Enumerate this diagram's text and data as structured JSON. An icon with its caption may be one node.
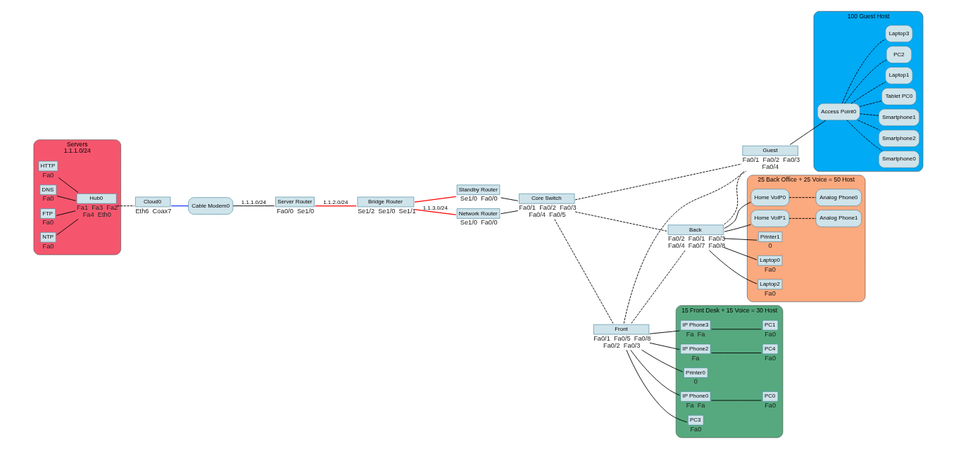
{
  "diagram": {
    "nodes": [
      {
        "text": [
          "Servers",
          "1.1.1.0/24"
        ]
      },
      {
        "text": [
          "HTTP"
        ],
        "in": 0,
        "beside": [
          "Fa0"
        ]
      },
      {
        "text": [
          "DNS"
        ],
        "in": 0,
        "beside": [
          "Fa0"
        ]
      },
      {
        "text": [
          "FTP"
        ],
        "in": 0,
        "beside": [
          "Fa0"
        ]
      },
      {
        "text": [
          "NTP"
        ],
        "in": 0,
        "beside": [
          "Fa0"
        ]
      },
      {
        "text": [
          "Hub0"
        ],
        "in": 0,
        "beside": [
          "Fa1",
          "Fa3",
          "Fa2",
          "Fa4",
          "Eth0"
        ]
      },
      {
        "text": [
          "Cloud0"
        ],
        "beside": [
          "Eth6",
          "Coax7"
        ]
      },
      {
        "text": [
          "Cable Modem0"
        ]
      },
      {
        "text": [
          "Server Router"
        ],
        "beside": [
          "Fa0/0",
          "Se1/0"
        ]
      },
      {
        "text": [
          "Bridge Router"
        ],
        "beside": [
          "Se1/2",
          "Se1/0",
          "Se1/1"
        ]
      },
      {
        "text": [
          "Standby Router"
        ],
        "beside": [
          "Se1/0",
          "Fa0/0"
        ]
      },
      {
        "text": [
          "Network Router"
        ],
        "beside": [
          "Se1/0",
          "Fa0/0"
        ]
      },
      {
        "text": [
          "Core Switch"
        ],
        "beside": [
          "Fa0/1",
          "Fa0/2",
          "Fa0/3",
          "Fa0/4",
          "Fa0/5"
        ]
      },
      {
        "text": [
          "Front"
        ],
        "beside": [
          "Fa0/1",
          "Fa0/5",
          "Fa0/8",
          "Fa0/2",
          "Fa0/3"
        ]
      },
      {
        "text": [
          "Back"
        ],
        "beside": [
          "Fa0/2",
          "Fa0/1",
          "Fa0/3",
          "Fa0/4",
          "Fa0/7",
          "Fa0/8"
        ]
      },
      {
        "text": [
          "Guest"
        ],
        "beside": [
          "Fa0/1",
          "Fa0/2",
          "Fa0/3",
          "Fa0/4"
        ]
      },
      {
        "text": [
          "15 Front Desk + 15 Voice = 30 Host"
        ]
      },
      {
        "text": [
          "Printer0"
        ],
        "in": 16,
        "beside": [
          "0"
        ]
      },
      {
        "text": [
          "PC0"
        ],
        "in": 16,
        "beside": [
          "Fa0"
        ]
      },
      {
        "text": [
          "IP Phone0"
        ],
        "in": 16,
        "beside": [
          "Fa",
          "Fa"
        ]
      },
      {
        "text": [
          "PC3"
        ],
        "in": 16,
        "beside": [
          "Fa0"
        ]
      },
      {
        "text": [
          "PC1"
        ],
        "in": 16,
        "beside": [
          "Fa0"
        ]
      },
      {
        "text": [
          "IP Phone3"
        ],
        "in": 16,
        "beside": [
          "Fa",
          "Fa"
        ]
      },
      {
        "text": [
          "IP Phone2"
        ],
        "in": 16,
        "beside": [
          "Fa"
        ]
      },
      {
        "text": [
          "PC4"
        ],
        "in": 16,
        "beside": [
          "Fa0"
        ]
      },
      {
        "text": [
          "25 Back Office + 25 Voice = 50 Host"
        ]
      },
      {
        "text": [
          "Laptop0"
        ],
        "in": 25,
        "beside": [
          "Fa0"
        ]
      },
      {
        "text": [
          "Laptop2"
        ],
        "in": 25,
        "beside": [
          "Fa0"
        ]
      },
      {
        "text": [
          "Home VoIP0"
        ],
        "in": 25
      },
      {
        "text": [
          "Analog Phone0"
        ],
        "in": 25
      },
      {
        "text": [
          "Home VoIP1"
        ],
        "in": 25
      },
      {
        "text": [
          "Analog Phone1"
        ],
        "in": 25
      },
      {
        "text": [
          "Printer1"
        ],
        "in": 25,
        "beside": [
          "0"
        ]
      },
      {
        "text": [
          "100 Guest Host"
        ]
      },
      {
        "text": [
          "Access Point0"
        ],
        "in": 33
      },
      {
        "text": [
          "Smartphone0"
        ],
        "in": 33
      },
      {
        "text": [
          "Smartphone2"
        ],
        "in": 33
      },
      {
        "text": [
          "Smartphone1"
        ],
        "in": 33
      },
      {
        "text": [
          "Tablet PC0"
        ],
        "in": 33
      },
      {
        "text": [
          "Laptop1"
        ],
        "in": 33
      },
      {
        "text": [
          "PC2"
        ],
        "in": 33
      },
      {
        "text": [
          "Laptop3"
        ],
        "in": 33
      }
    ],
    "edges": [
      {
        "from": 1,
        "to": 5,
        "arrow": "none"
      },
      {
        "from": 2,
        "to": 5,
        "arrow": "none"
      },
      {
        "from": 3,
        "to": 5,
        "arrow": "none"
      },
      {
        "from": 4,
        "to": 5,
        "arrow": "none"
      },
      {
        "from": 5,
        "to": 6,
        "arrow": "none",
        "style": "dashed"
      },
      {
        "from": 6,
        "to": 7,
        "arrow": "none",
        "color": "#1f3cff"
      },
      {
        "from": 7,
        "to": 8,
        "arrow": "none",
        "label": "1.1.1.0/24"
      },
      {
        "from": 8,
        "to": 9,
        "arrow": "none",
        "label": "1.1.2.0/24",
        "color": "#ff0000"
      },
      {
        "from": 9,
        "to": 10,
        "arrow": "none",
        "color": "#ff0000"
      },
      {
        "from": 9,
        "to": 11,
        "arrow": "none",
        "label": "1.1.3.0/24",
        "color": "#ff0000"
      },
      {
        "from": 10,
        "to": 12,
        "arrow": "none"
      },
      {
        "from": 11,
        "to": 12,
        "arrow": "none"
      },
      {
        "from": 12,
        "to": 13,
        "arrow": "none",
        "style": "dashed"
      },
      {
        "from": 12,
        "to": 14,
        "arrow": "none",
        "style": "dashed"
      },
      {
        "from": 12,
        "to": 15,
        "arrow": "none",
        "style": "dashed"
      },
      {
        "from": 13,
        "to": 14,
        "arrow": "none",
        "style": "dashed"
      },
      {
        "from": 13,
        "to": 15,
        "arrow": "none",
        "style": "dashed"
      },
      {
        "from": 14,
        "to": 15,
        "arrow": "none",
        "style": "dashed"
      },
      {
        "from": 13,
        "to": 17,
        "arrow": "none"
      },
      {
        "from": 13,
        "to": 19,
        "arrow": "none"
      },
      {
        "from": 19,
        "to": 18,
        "arrow": "none"
      },
      {
        "from": 13,
        "to": 20,
        "arrow": "none"
      },
      {
        "from": 13,
        "to": 22,
        "arrow": "none"
      },
      {
        "from": 22,
        "to": 21,
        "arrow": "none"
      },
      {
        "from": 13,
        "to": 23,
        "arrow": "none"
      },
      {
        "from": 23,
        "to": 24,
        "arrow": "none"
      },
      {
        "from": 14,
        "to": 26,
        "arrow": "none"
      },
      {
        "from": 14,
        "to": 27,
        "arrow": "none"
      },
      {
        "from": 14,
        "to": 28,
        "arrow": "none"
      },
      {
        "from": 28,
        "to": 29,
        "arrow": "none",
        "style": "dashed"
      },
      {
        "from": 14,
        "to": 30,
        "arrow": "none"
      },
      {
        "from": 30,
        "to": 31,
        "arrow": "none",
        "style": "dashed"
      },
      {
        "from": 14,
        "to": 32,
        "arrow": "none"
      },
      {
        "from": 15,
        "to": 34,
        "arrow": "none"
      },
      {
        "from": 34,
        "to": 35,
        "arrow": "none",
        "style": "dashed"
      },
      {
        "from": 34,
        "to": 36,
        "arrow": "none",
        "style": "dashed"
      },
      {
        "from": 34,
        "to": 37,
        "arrow": "none",
        "style": "dashed"
      },
      {
        "from": 34,
        "to": 38,
        "arrow": "none",
        "style": "dashed"
      },
      {
        "from": 34,
        "to": 39,
        "arrow": "none",
        "style": "dashed"
      },
      {
        "from": 34,
        "to": 40,
        "arrow": "none",
        "style": "dashed"
      },
      {
        "from": 34,
        "to": 41,
        "arrow": "none",
        "style": "dashed"
      }
    ]
  }
}
